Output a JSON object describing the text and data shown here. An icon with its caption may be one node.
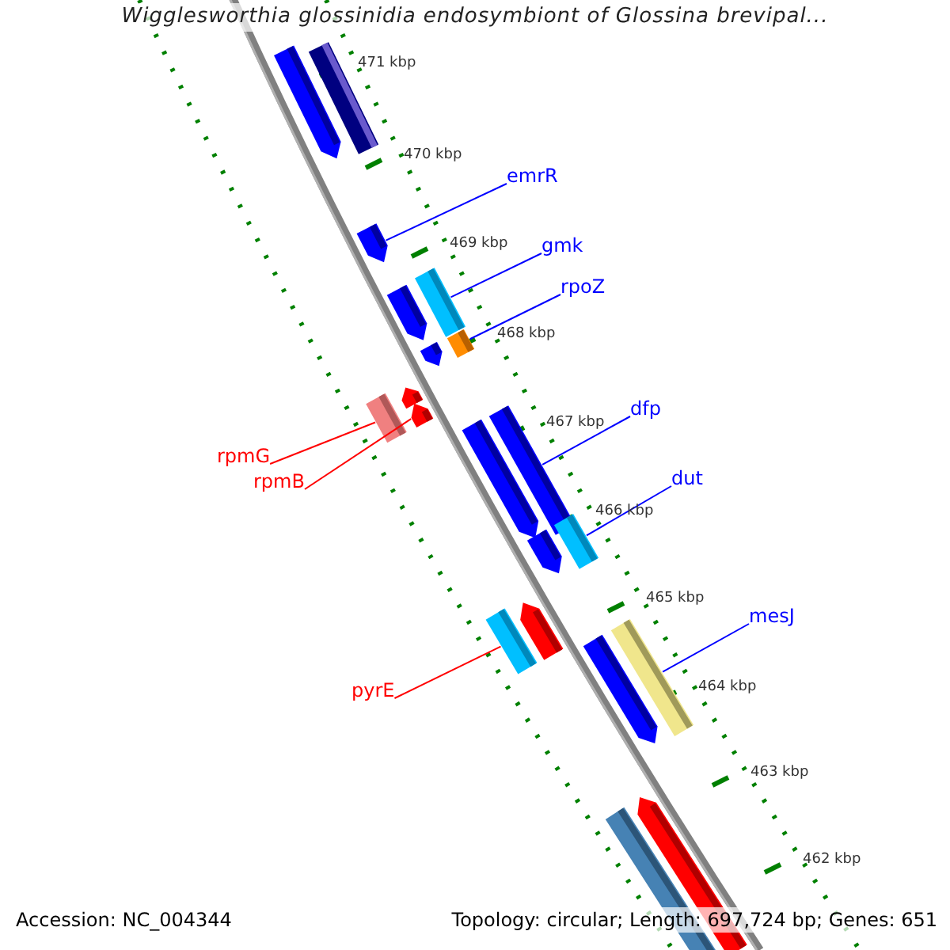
{
  "diagram": {
    "title": "Wigglesworthia glossinidia endosymbiont of Glossina brevipal...",
    "nodes": [
      {
        "text": [],
        "shape": "bar"
      },
      {
        "text": [],
        "shape": "bar"
      },
      {
        "text": [
          "emrR"
        ]
      },
      {
        "text": [],
        "shape": "bar"
      },
      {
        "text": [
          "gmk"
        ]
      },
      {
        "text": [
          "rpoZ"
        ]
      },
      {
        "text": [],
        "shape": "bar"
      },
      {
        "text": [],
        "shape": "bar"
      },
      {
        "text": [],
        "shape": "bar"
      },
      {
        "text": [],
        "shape": "bar"
      },
      {
        "text": [],
        "shape": "bar"
      },
      {
        "text": [],
        "shape": "bar"
      },
      {
        "text": [],
        "shape": "bar"
      },
      {
        "text": [
          "dfp"
        ]
      },
      {
        "text": [
          "rpmG"
        ]
      },
      {
        "text": [],
        "shape": "bar"
      },
      {
        "text": [],
        "shape": "bar"
      },
      {
        "text": [
          "dut"
        ]
      },
      {
        "text": [
          "rpmB"
        ]
      },
      {
        "text": [],
        "shape": "bar"
      },
      {
        "text": [],
        "shape": "bar"
      },
      {
        "text": [
          "mesJ"
        ]
      },
      {
        "text": [],
        "shape": "bar"
      },
      {
        "text": [],
        "shape": "bar"
      },
      {
        "text": [
          "pyrE"
        ]
      },
      {
        "text": [],
        "shape": "bar"
      },
      {
        "text": [],
        "shape": "bar"
      },
      {
        "text": [],
        "shape": "bar"
      },
      {
        "text": [],
        "shape": "bar"
      }
    ],
    "edges": [
      {
        "from": 2,
        "to": 3,
        "arrow": "none"
      },
      {
        "from": 4,
        "to": 7,
        "arrow": "none"
      },
      {
        "from": 5,
        "to": 9,
        "arrow": "none"
      },
      {
        "from": 13,
        "to": 16,
        "arrow": "none"
      },
      {
        "from": 17,
        "to": 20,
        "arrow": "none"
      },
      {
        "from": 21,
        "to": 26,
        "arrow": "none"
      },
      {
        "from": 14,
        "to": 11,
        "arrow": "none",
        "color": "#ff0000"
      },
      {
        "from": 18,
        "to": 12,
        "arrow": "none",
        "color": "#ff0000"
      },
      {
        "from": 24,
        "to": 22,
        "arrow": "none",
        "color": "#ff0000"
      }
    ],
    "labels": [
      "471 kbp",
      "470 kbp",
      "469 kbp",
      "468 kbp",
      "467 kbp",
      "466 kbp",
      "465 kbp",
      "464 kbp",
      "463 kbp",
      "462 kbp",
      "Accession: NC_004344",
      "Topology: circular; Length: 697,724 bp; Genes: 651"
    ]
  }
}
